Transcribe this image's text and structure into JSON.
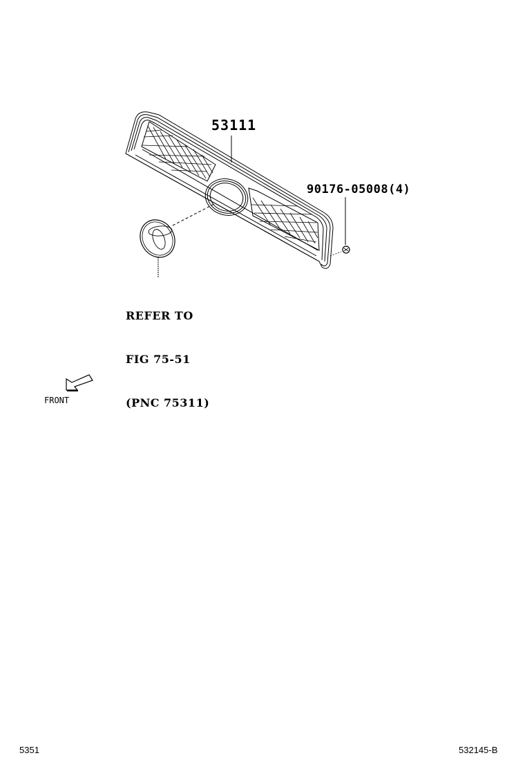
{
  "diagram": {
    "parts": [
      {
        "id": "grille",
        "part_number": "53111"
      },
      {
        "id": "clip",
        "part_number": "90176-05008(4)"
      },
      {
        "id": "emblem",
        "note_lines": [
          "REFER TO",
          "FIG 75-51",
          "(PNC 75311)"
        ]
      }
    ],
    "orientation": {
      "label": "FRONT",
      "icon": "arrow-down-left-icon"
    },
    "footer": {
      "left_code": "5351",
      "right_code": "532145-B"
    },
    "colors": {
      "ink": "#000000",
      "paper": "#ffffff"
    }
  }
}
